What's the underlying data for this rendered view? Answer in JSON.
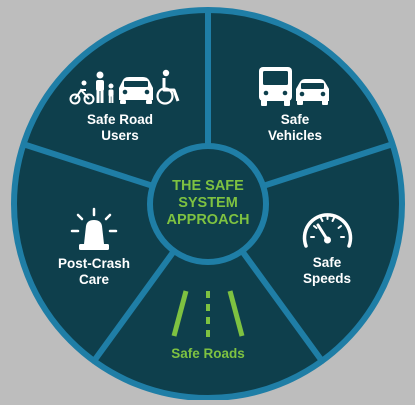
{
  "diagram": {
    "center": {
      "lines": [
        "THE SAFE",
        "SYSTEM",
        "APPROACH"
      ]
    },
    "segments": [
      {
        "id": "safe-road-users",
        "lines": [
          "Safe Road",
          "Users"
        ],
        "icon": "pedestrians-bike-car-wheelchair-icon"
      },
      {
        "id": "safe-vehicles",
        "lines": [
          "Safe",
          "Vehicles"
        ],
        "icon": "bus-and-car-icon"
      },
      {
        "id": "safe-speeds",
        "lines": [
          "Safe",
          "Speeds"
        ],
        "icon": "speedometer-icon"
      },
      {
        "id": "safe-roads",
        "lines": [
          "Safe Roads"
        ],
        "icon": "road-lanes-icon"
      },
      {
        "id": "post-crash-care",
        "lines": [
          "Post-Crash",
          "Care"
        ],
        "icon": "emergency-siren-icon"
      }
    ]
  },
  "colors": {
    "background": "#bdbdbd",
    "ring_fill": "#0e3f4c",
    "ring_border": "#1f7ea6",
    "divider": "#1f7ea6",
    "center_fill": "#0e3f4c",
    "center_border": "#1f7ea6",
    "center_text": "#7ec241",
    "label_text": "#ffffff",
    "highlight_text": "#7ec241"
  }
}
